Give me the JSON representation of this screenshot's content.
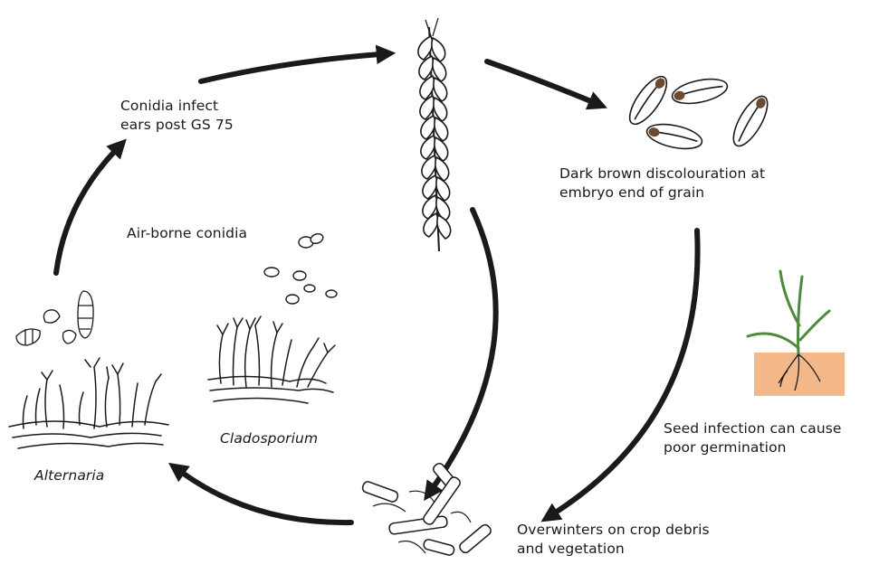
{
  "labels": {
    "conidia_line1": "Conidia infect",
    "conidia_line2": "ears post GS 75",
    "airborne": "Air-borne conidia",
    "discolour_line1": "Dark brown discolouration at",
    "discolour_line2": "embryo end of grain",
    "seed_line1": "Seed infection can cause",
    "seed_line2": "poor germination",
    "overwinter_line1": "Overwinters on crop debris",
    "overwinter_line2": "and vegetation",
    "cladosporium": "Cladosporium",
    "alternaria": "Alternaria"
  },
  "colors": {
    "ink": "#1a1a1a",
    "soil": "#f2b88a",
    "leaf": "#4e8a3c",
    "background": "#ffffff"
  },
  "icons": [
    "wheat-ear-icon",
    "grains-icon",
    "seedling-icon",
    "crop-debris-icon",
    "alternaria-fungus-icon",
    "cladosporium-fungus-icon",
    "airborne-conidia-icon"
  ]
}
